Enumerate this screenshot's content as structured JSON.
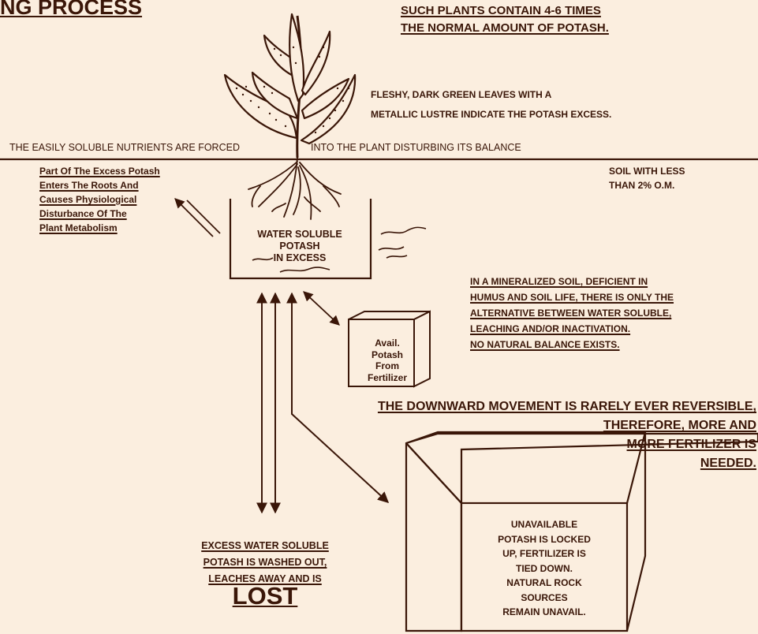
{
  "header": {
    "title_fragment": "NG PROCESS",
    "top_right": [
      "SUCH PLANTS CONTAIN 4-6 TIMES",
      "THE NORMAL AMOUNT OF POTASH."
    ]
  },
  "leaves_note": [
    "FLESHY, DARK GREEN LEAVES WITH A",
    "METALLIC LUSTRE INDICATE THE POTASH EXCESS."
  ],
  "soil_line": {
    "left": "THE EASILY SOLUBLE NUTRIENTS ARE FORCED",
    "right": "INTO THE PLANT DISTURBING ITS BALANCE"
  },
  "roots_note": [
    "Part Of The Excess Potash",
    "Enters The Roots And",
    "Causes Physiological",
    "Disturbance Of The",
    "Plant Metabolism"
  ],
  "soil_type": [
    "SOIL WITH LESS",
    "THAN 2% O.M."
  ],
  "center_box": [
    "WATER SOLUBLE",
    "POTASH",
    "IN EXCESS"
  ],
  "mineral_note": [
    "IN A MINERALIZED SOIL, DEFICIENT IN",
    "HUMUS AND SOIL LIFE, THERE IS ONLY THE",
    "ALTERNATIVE BETWEEN WATER SOLUBLE,",
    "LEACHING AND/OR INACTIVATION.",
    "NO NATURAL BALANCE EXISTS."
  ],
  "small_cube": [
    "Avail.",
    "Potash",
    "From",
    "Fertilizer"
  ],
  "downward_note": [
    "THE DOWNWARD MOVEMENT IS RARELY EVER REVERSIBLE,",
    "THEREFORE, MORE AND",
    "MORE FERTILIZER IS",
    "NEEDED."
  ],
  "big_cube": [
    "UNAVAILABLE",
    "POTASH IS LOCKED",
    "UP, FERTILIZER IS",
    "TIED DOWN.",
    "NATURAL ROCK",
    "SOURCES",
    "REMAIN UNAVAIL."
  ],
  "leach_note": [
    "EXCESS WATER SOLUBLE",
    "POTASH IS WASHED OUT,",
    "LEACHES AWAY AND IS"
  ],
  "lost_label": "LOST",
  "colors": {
    "ink": "#3a1608",
    "paper": "#fbeedf"
  }
}
